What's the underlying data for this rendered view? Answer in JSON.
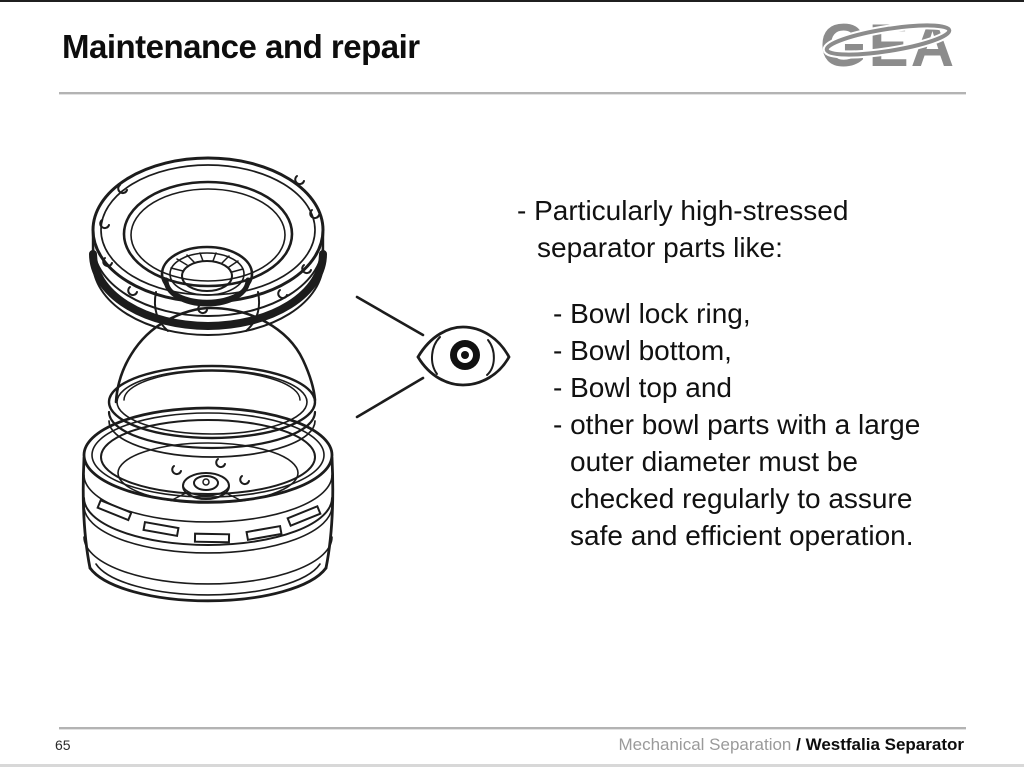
{
  "header": {
    "title": "Maintenance and repair",
    "logo_text": "GEA"
  },
  "bullets": {
    "lines": [
      {
        "text": "- Particularly high-stressed",
        "indent": 0
      },
      {
        "text": "separator parts like:",
        "indent": 1
      },
      {
        "text": "",
        "indent": 0
      },
      {
        "text": "- Bowl lock ring,",
        "indent": 2
      },
      {
        "text": "- Bowl bottom,",
        "indent": 2
      },
      {
        "text": "- Bowl top and",
        "indent": 2
      },
      {
        "text": "- other bowl parts with a large",
        "indent": 2
      },
      {
        "text": "outer diameter must be",
        "indent": 3
      },
      {
        "text": "checked regularly to assure",
        "indent": 3
      },
      {
        "text": "safe and efficient operation.",
        "indent": 3
      }
    ]
  },
  "illustration": {
    "description": "exploded line drawing of separator bowl: bowl lock ring above bowl top above bowl bottom, with two callout lines pointing to an eye icon",
    "parts": [
      "bowl lock ring",
      "bowl top",
      "bowl bottom"
    ],
    "callout_icon": "eye-icon"
  },
  "footer": {
    "page_number": "65",
    "left_label": "Mechanical Separation ",
    "divider": "/",
    "right_label": " Westfalia Separator"
  },
  "colors": {
    "ink": "#1c1c1c",
    "logo_gray": "#8c8c8c",
    "footer_gray": "#9a9a9a",
    "rule_gray": "#b3b3b3"
  }
}
